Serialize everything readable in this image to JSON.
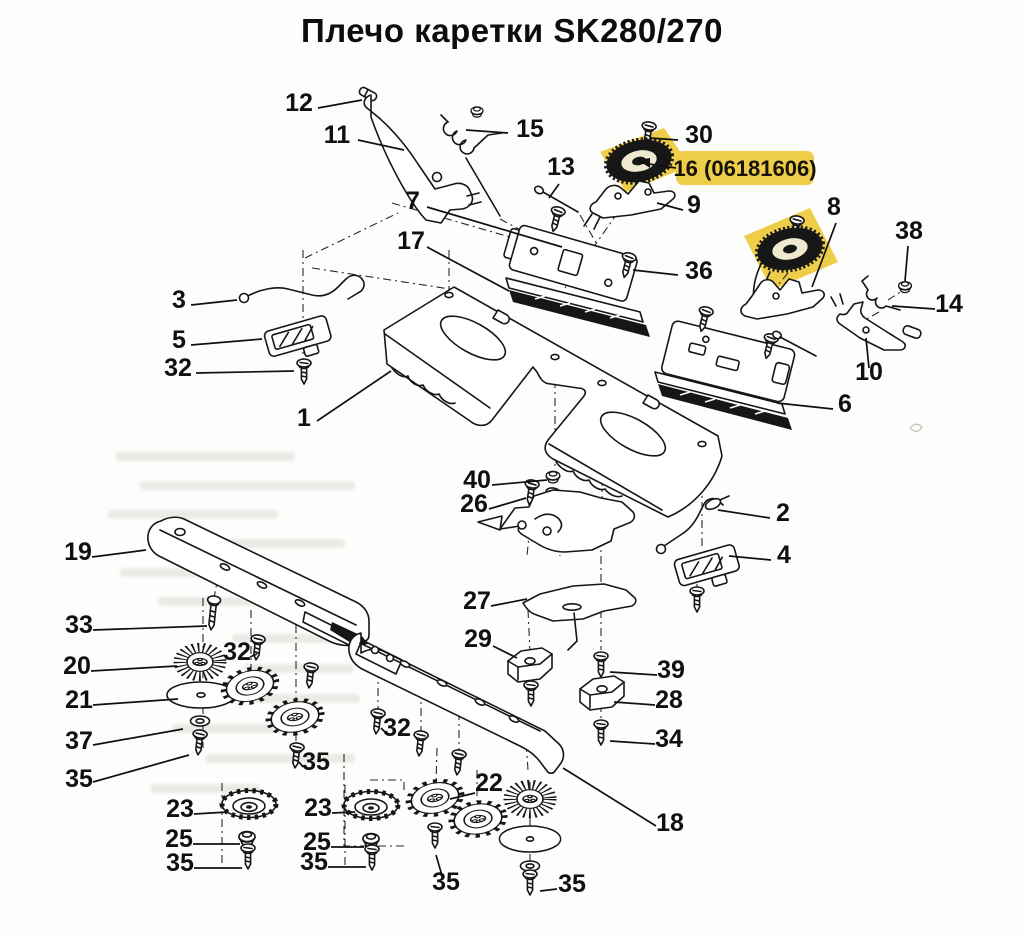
{
  "title": "Плечо каретки SK280/270",
  "highlight": {
    "label": "16 (06181606)",
    "color": "#eecd49"
  },
  "ink": "#161616",
  "diagram": {
    "labels": [
      {
        "t": "12"
      },
      {
        "t": "11"
      },
      {
        "t": "15"
      },
      {
        "t": "30"
      },
      {
        "t": "13"
      },
      {
        "t": "9"
      },
      {
        "t": "7"
      },
      {
        "t": "8"
      },
      {
        "t": "17"
      },
      {
        "t": "38"
      },
      {
        "t": "36"
      },
      {
        "t": "3"
      },
      {
        "t": "14"
      },
      {
        "t": "5"
      },
      {
        "t": "10"
      },
      {
        "t": "32"
      },
      {
        "t": "6"
      },
      {
        "t": "1"
      },
      {
        "t": "40"
      },
      {
        "t": "26"
      },
      {
        "t": "2"
      },
      {
        "t": "4"
      },
      {
        "t": "19"
      },
      {
        "t": "27"
      },
      {
        "t": "29"
      },
      {
        "t": "33"
      },
      {
        "t": "39"
      },
      {
        "t": "20"
      },
      {
        "t": "32"
      },
      {
        "t": "28"
      },
      {
        "t": "21"
      },
      {
        "t": "34"
      },
      {
        "t": "37"
      },
      {
        "t": "35"
      },
      {
        "t": "32"
      },
      {
        "t": "35"
      },
      {
        "t": "22"
      },
      {
        "t": "18"
      },
      {
        "t": "23"
      },
      {
        "t": "25"
      },
      {
        "t": "35"
      },
      {
        "t": "23"
      },
      {
        "t": "25"
      },
      {
        "t": "35"
      },
      {
        "t": "35"
      },
      {
        "t": "35"
      }
    ]
  }
}
